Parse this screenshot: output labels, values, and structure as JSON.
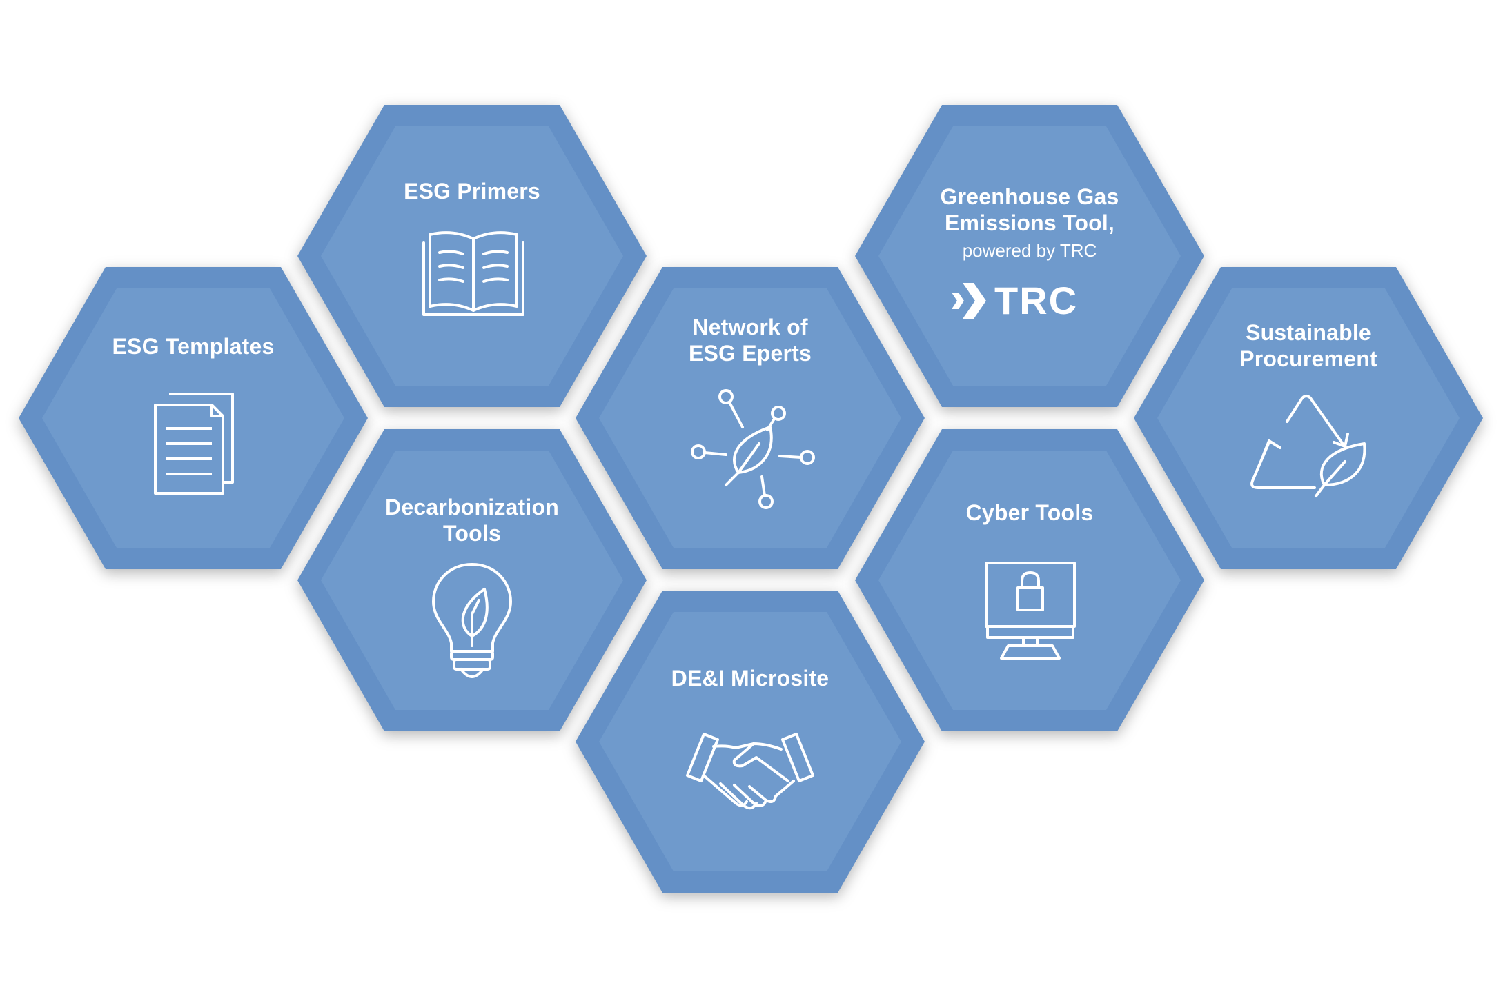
{
  "colors": {
    "hex_outer": "#6490C6",
    "hex_inner": "#6F9ACC",
    "icon_stroke": "#ffffff",
    "text": "#ffffff"
  },
  "tiles": {
    "esg_templates": {
      "title": "ESG Templates",
      "icon": "documents-icon"
    },
    "esg_primers": {
      "title": "ESG Primers",
      "icon": "open-book-icon"
    },
    "decarbonization_tools": {
      "title": "Decarbonization\nTools",
      "icon": "lightbulb-leaf-icon"
    },
    "network_experts": {
      "title": "Network of\nESG Eperts",
      "icon": "network-leaf-icon"
    },
    "dei_microsite": {
      "title": "DE&I Microsite",
      "icon": "handshake-icon"
    },
    "ghg_tool": {
      "title": "Greenhouse Gas\nEmissions Tool,",
      "subtitle": "powered by TRC",
      "logo_text": "TRC",
      "icon": "trc-logo-icon"
    },
    "cyber_tools": {
      "title": "Cyber Tools",
      "icon": "monitor-lock-icon"
    },
    "sustainable_procurement": {
      "title": "Sustainable\nProcurement",
      "icon": "recycle-leaf-icon"
    }
  }
}
